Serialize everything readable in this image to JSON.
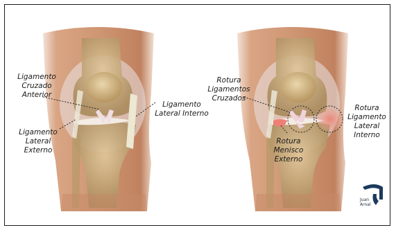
{
  "panels": {
    "healthy": {
      "acl_label": [
        "Ligamento",
        "Cruzado",
        "Anterior"
      ],
      "mcl_label": [
        "Ligamento",
        "Lateral Interno"
      ],
      "lcl_label": [
        "Ligamento",
        "Lateral",
        "Externo"
      ]
    },
    "injured": {
      "cruciate_tear_label": [
        "Rotura",
        "Ligamentos",
        "Cruzados"
      ],
      "meniscus_tear_label": [
        "Rotura",
        "Menisco",
        "Externo"
      ],
      "mcl_tear_label": [
        "Rotura",
        "Ligamento",
        "Lateral",
        "Interno"
      ]
    }
  },
  "logo": {
    "name_line1": "Juan",
    "name_line2": "Arnal"
  },
  "colors": {
    "skin": "#c98f6c",
    "bone": "#c7a776",
    "ligament": "#f1ede6",
    "injury": "#ef8b82",
    "logo": "#1c3a5e"
  }
}
